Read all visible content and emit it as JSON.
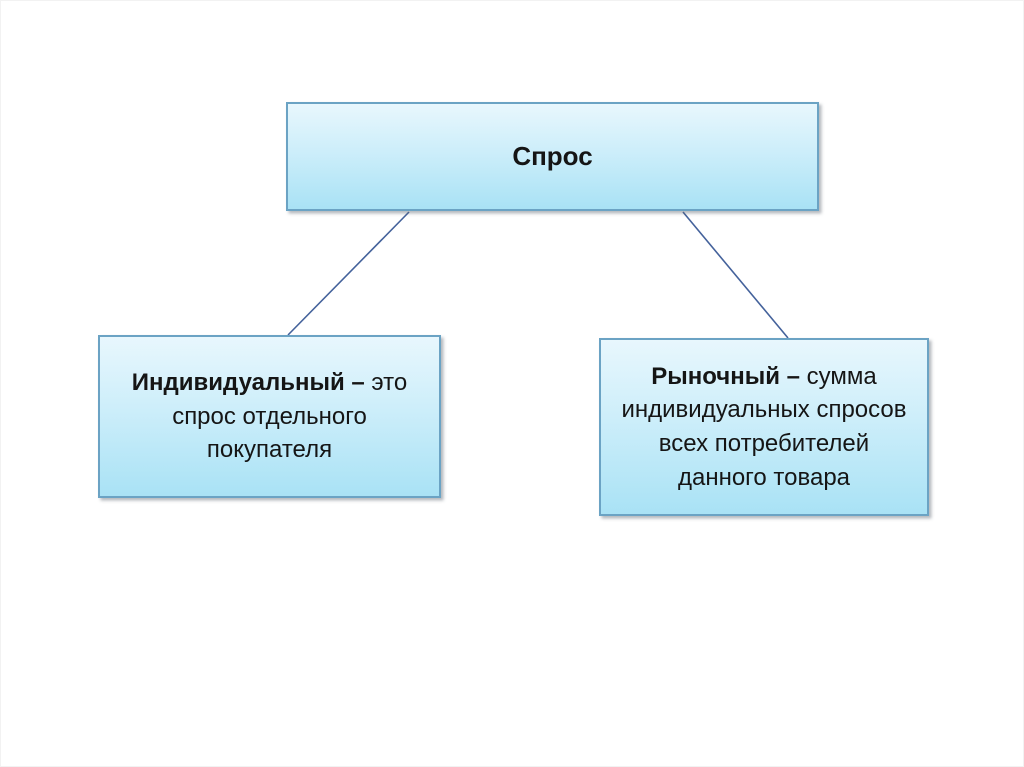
{
  "diagram": {
    "root": {
      "label": "Спрос"
    },
    "children": [
      {
        "title": "Индивидуальный –",
        "body": "это спрос отдельного покупателя"
      },
      {
        "title": "Рыночный –",
        "body": "сумма индивидуальных спросов всех потребителей данного товара"
      }
    ],
    "colors": {
      "node_fill_top": "#e8f7fd",
      "node_fill_bottom": "#a9e2f5",
      "node_border": "#6ba3c4",
      "connector": "#44629b",
      "text": "#151515",
      "page_background": "#ffffff",
      "page_border": "#f2f2f2"
    }
  }
}
